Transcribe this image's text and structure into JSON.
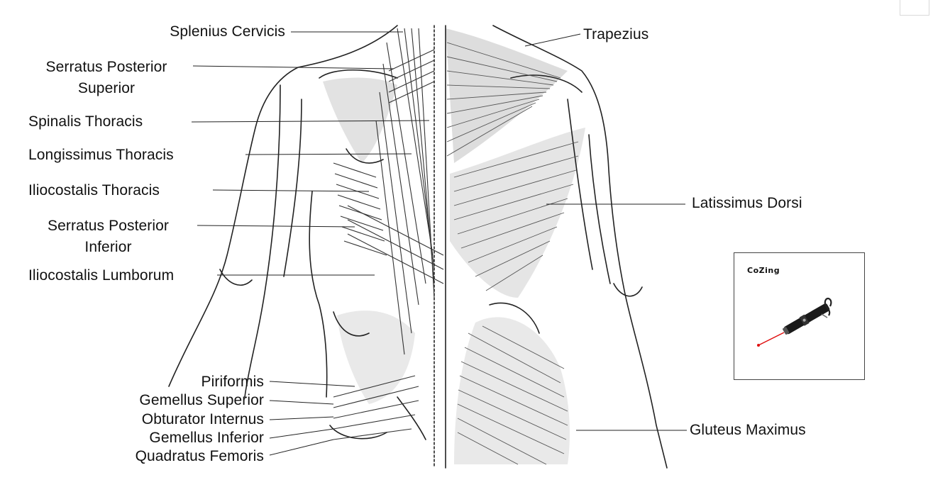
{
  "labels": {
    "splenius_cervicis": "Splenius Cervicis",
    "serratus_posterior_superior_1": "Serratus Posterior",
    "serratus_posterior_superior_2": "Superior",
    "spinalis_thoracis": "Spinalis Thoracis",
    "longissimus_thoracis": "Longissimus Thoracis",
    "iliocostalis_thoracis": "Iliocostalis Thoracis",
    "serratus_posterior_inferior_1": "Serratus Posterior",
    "serratus_posterior_inferior_2": "Inferior",
    "iliocostalis_lumborum": "Iliocostalis Lumborum",
    "piriformis": "Piriformis",
    "gemellus_superior": "Gemellus Superior",
    "obturator_internus": "Obturator Internus",
    "gemellus_inferior": "Gemellus Inferior",
    "quadratus_femoris": "Quadratus Femoris",
    "trapezius": "Trapezius",
    "latissimus_dorsi": "Latissimus Dorsi",
    "gluteus_maximus": "Gluteus Maximus"
  },
  "ad": {
    "brand": "CoZing",
    "icons": [
      "laser-pointer-icon"
    ]
  },
  "colors": {
    "line": "#222222",
    "bone_shade": "#d4d4d4",
    "muscle_shade": "#bdbdbd",
    "laser_red": "#e01010"
  }
}
